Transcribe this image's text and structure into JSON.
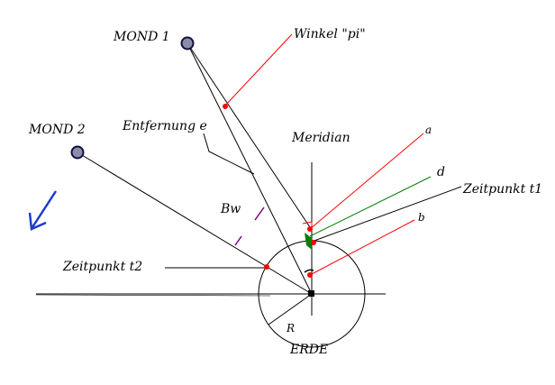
{
  "labels": {
    "mond1": "MOND 1",
    "mond2": "MOND 2",
    "winkel": "Winkel \"pi\"",
    "entfernung": "Entfernung  e",
    "meridian": "Meridian",
    "a": "a",
    "d": "d",
    "b": "b",
    "zeitpunkt_t1": "Zeitpunkt  t1",
    "zeitpunkt_t2": "Zeitpunkt  t2",
    "bw": "Bw",
    "r": "R",
    "erde": "ERDE"
  },
  "colors": {
    "line": "#000000",
    "red": "#ff0000",
    "green": "#008000",
    "purple": "#800080",
    "blue": "#1c3cc8",
    "moon_fill": "#8a8ca8",
    "moon_stroke": "#101040"
  },
  "icons": {
    "direction_arrow": "arrow-down-left-icon"
  }
}
